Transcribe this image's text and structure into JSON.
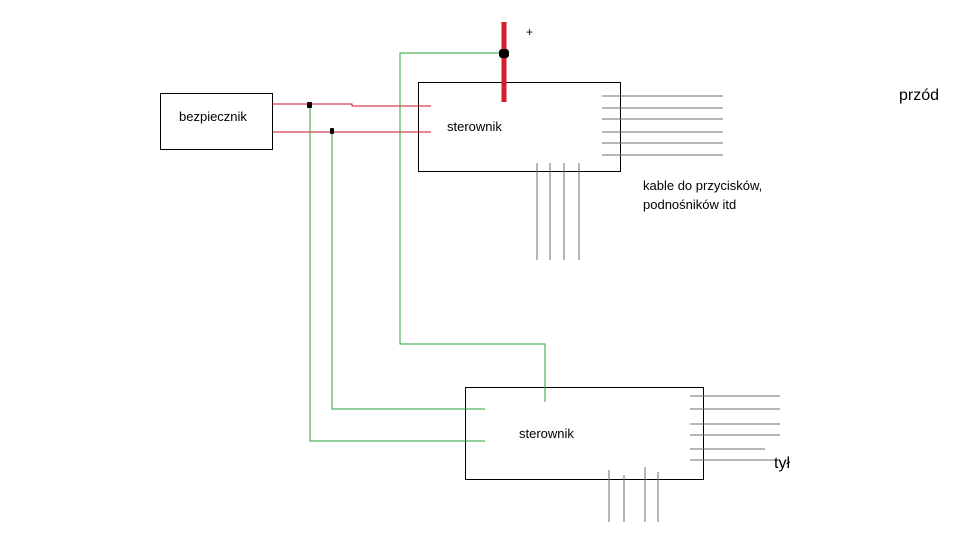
{
  "labels": {
    "fuse": "bezpiecznik",
    "front_controller": "sterownik",
    "rear_controller": "sterownik",
    "plus_sign": "+",
    "front": "przód",
    "rear": "tył",
    "cables_note": "kable do przycisków,\npodnośników itd"
  },
  "colors": {
    "power_wire": "#c8102e",
    "signal_wire": "#2ea043",
    "box_border": "#000000",
    "cable_lines": "#6e6e6e",
    "junction": "#000000"
  }
}
